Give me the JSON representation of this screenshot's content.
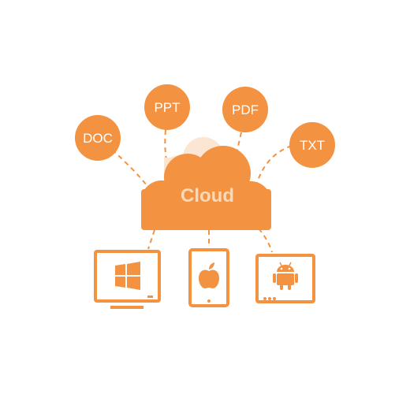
{
  "theme": {
    "accent": "#f39240",
    "accent_light": "#fbe6d3",
    "text_light": "#fbd9b8",
    "background": "#ffffff"
  },
  "cloud": {
    "label": "Cloud",
    "icon": "cloud-icon"
  },
  "file_types": [
    {
      "label": "DOC"
    },
    {
      "label": "PPT"
    },
    {
      "label": "PDF"
    },
    {
      "label": "TXT"
    }
  ],
  "devices": [
    {
      "icon": "windows-monitor-icon"
    },
    {
      "icon": "apple-tablet-icon"
    },
    {
      "icon": "android-tablet-icon"
    }
  ]
}
